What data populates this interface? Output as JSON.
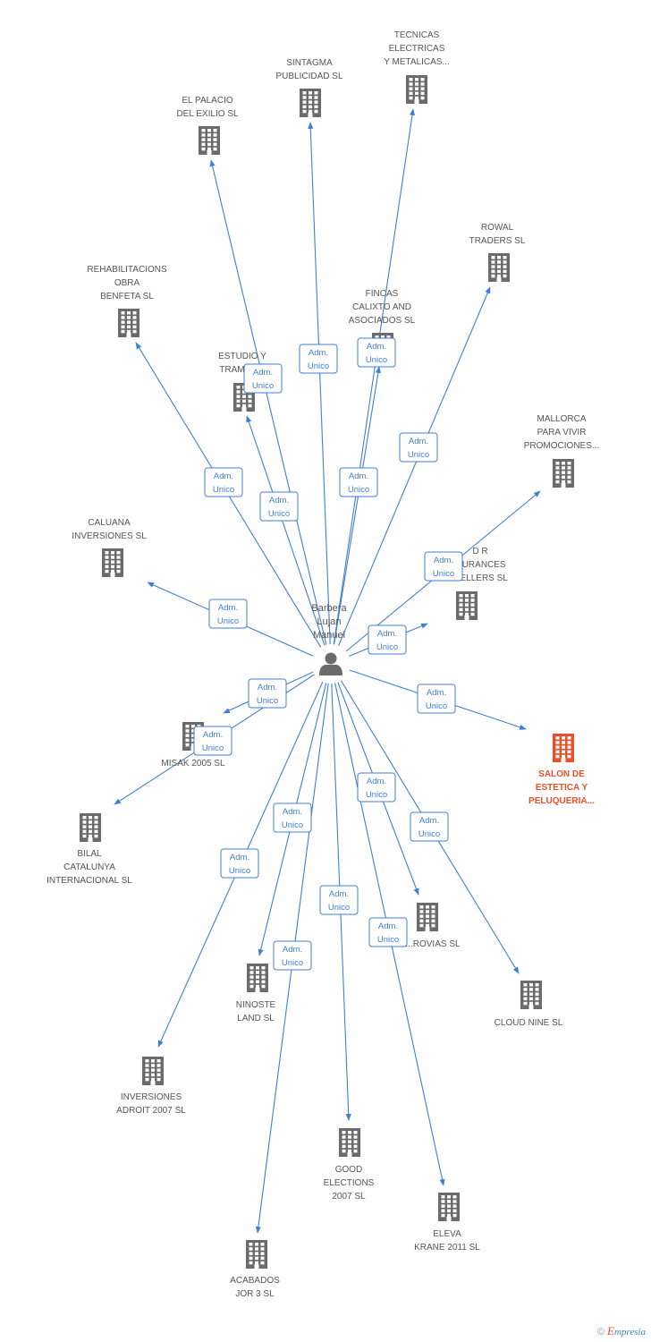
{
  "center": {
    "id": "person",
    "label_lines": [
      "Barbera",
      "Lujan",
      "Manuel"
    ]
  },
  "nodes": [
    {
      "id": "tecnicas",
      "label_lines": [
        "TECNICAS",
        "ELECTRICAS",
        "Y METALICAS..."
      ],
      "highlight": false
    },
    {
      "id": "sintagma",
      "label_lines": [
        "SINTAGMA",
        "PUBLICIDAD SL"
      ],
      "highlight": false
    },
    {
      "id": "palacio",
      "label_lines": [
        "EL PALACIO",
        "DEL EXILIO SL"
      ],
      "highlight": false
    },
    {
      "id": "rowal",
      "label_lines": [
        "ROWAL",
        "TRADERS SL"
      ],
      "highlight": false
    },
    {
      "id": "rehab",
      "label_lines": [
        "REHABILITACIONS",
        "OBRA",
        "BENFETA SL"
      ],
      "highlight": false
    },
    {
      "id": "fincas",
      "label_lines": [
        "FINCAS",
        "CALIXTO AND",
        "ASOCIADOS SL"
      ],
      "highlight": false
    },
    {
      "id": "estudio",
      "label_lines": [
        "ESTUDIO Y",
        "TRAMITA..."
      ],
      "highlight": false
    },
    {
      "id": "mallorca",
      "label_lines": [
        "MALLORCA",
        "PARA VIVIR",
        "PROMOCIONES..."
      ],
      "highlight": false
    },
    {
      "id": "caluana",
      "label_lines": [
        "CALUANA",
        "INVERSIONES SL"
      ],
      "highlight": false
    },
    {
      "id": "dr",
      "label_lines": [
        "D R",
        "...URANCES",
        "...ELLERS SL"
      ],
      "highlight": false
    },
    {
      "id": "salon",
      "label_lines": [
        "SALON DE",
        "ESTETICA Y",
        "PELUQUERIA..."
      ],
      "highlight": true
    },
    {
      "id": "misak",
      "label_lines": [
        "MISAK 2005 SL"
      ],
      "highlight": false
    },
    {
      "id": "bilal",
      "label_lines": [
        "BILAL",
        "CATALUNYA",
        "INTERNACIONAL SL"
      ],
      "highlight": false
    },
    {
      "id": "rovias",
      "label_lines": [
        "...ROVIAS SL"
      ],
      "highlight": false
    },
    {
      "id": "cloud",
      "label_lines": [
        "CLOUD NINE SL"
      ],
      "highlight": false
    },
    {
      "id": "ninoste",
      "label_lines": [
        "NINOSTE",
        "LAND SL"
      ],
      "highlight": false
    },
    {
      "id": "inversiones",
      "label_lines": [
        "INVERSIONES",
        "ADROIT 2007 SL"
      ],
      "highlight": false
    },
    {
      "id": "good",
      "label_lines": [
        "GOOD",
        "ELECTIONS",
        "2007 SL"
      ],
      "highlight": false
    },
    {
      "id": "eleva",
      "label_lines": [
        "ELEVA",
        "KRANE 2011 SL"
      ],
      "highlight": false
    },
    {
      "id": "acabados",
      "label_lines": [
        "ACABADOS",
        "JOR 3 SL"
      ],
      "highlight": false
    }
  ],
  "edges": [
    {
      "to": "tecnicas",
      "relation": [
        "Adm.",
        "Unico"
      ]
    },
    {
      "to": "sintagma",
      "relation": [
        "Adm.",
        "Unico"
      ]
    },
    {
      "to": "palacio",
      "relation": [
        "Adm.",
        "Unico"
      ]
    },
    {
      "to": "rowal",
      "relation": [
        "Adm.",
        "Unico"
      ]
    },
    {
      "to": "rehab",
      "relation": [
        "Adm.",
        "Unico"
      ]
    },
    {
      "to": "fincas",
      "relation": [
        "Adm.",
        "Unico"
      ]
    },
    {
      "to": "estudio",
      "relation": [
        "Adm.",
        "Unico"
      ]
    },
    {
      "to": "mallorca",
      "relation": [
        "Adm.",
        "Unico"
      ]
    },
    {
      "to": "caluana",
      "relation": [
        "Adm.",
        "Unico"
      ]
    },
    {
      "to": "dr",
      "relation": [
        "Adm.",
        "Unico"
      ]
    },
    {
      "to": "salon",
      "relation": [
        "Adm.",
        "Unico"
      ]
    },
    {
      "to": "misak",
      "relation": [
        "Adm.",
        "Unico"
      ]
    },
    {
      "to": "bilal",
      "relation": [
        "Adm.",
        "Unico"
      ]
    },
    {
      "to": "rovias",
      "relation": [
        "Adm.",
        "Unico"
      ]
    },
    {
      "to": "cloud",
      "relation": [
        "Adm.",
        "Unico"
      ]
    },
    {
      "to": "ninoste",
      "relation": [
        "Adm.",
        "Unico"
      ]
    },
    {
      "to": "inversiones",
      "relation": [
        "Adm.",
        "Unico"
      ]
    },
    {
      "to": "good",
      "relation": [
        "Adm.",
        "Unico"
      ]
    },
    {
      "to": "eleva",
      "relation": [
        "Adm.",
        "Unico"
      ]
    },
    {
      "to": "acabados",
      "relation": [
        "Adm.",
        "Unico"
      ]
    }
  ],
  "colors": {
    "edge": "#3f7fd6",
    "building": "#6b6b6b",
    "highlight": "#e8502a",
    "person": "#6b6b6b"
  },
  "watermark": {
    "copyright": "©",
    "brand_first": "E",
    "brand_rest": "mpresia"
  }
}
